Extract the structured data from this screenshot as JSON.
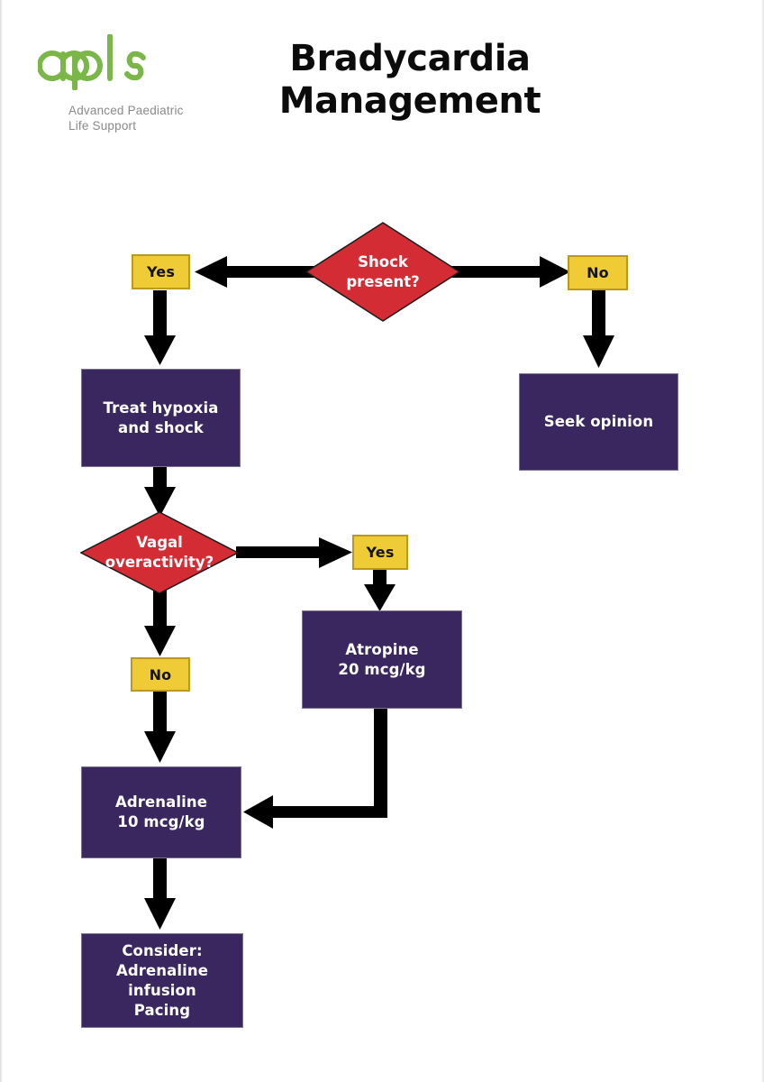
{
  "document": {
    "title": "Bradycardia\nManagement"
  },
  "logo": {
    "wordmark": "apls",
    "tagline": "Advanced Paediatric\nLife Support",
    "mark_color": "#7ab648",
    "tagline_color": "#8a8a8a"
  },
  "palette": {
    "decision_red": "#D42C35",
    "action_purple": "#3B2760",
    "branch_yellow": "#EFCB35",
    "branch_yellow_border": "#B99A1E",
    "arrow_black": "#000000",
    "text_on_dark": "#FFFFFF",
    "text_on_light": "#141414"
  },
  "flowchart": {
    "type": "flowchart",
    "nodes": [
      {
        "id": "shock-present",
        "shape": "diamond",
        "label": "Shock\npresent?",
        "color": "#D42C35"
      },
      {
        "id": "shock-yes",
        "shape": "box",
        "label": "Yes",
        "color": "#EFCB35"
      },
      {
        "id": "shock-no",
        "shape": "box",
        "label": "No",
        "color": "#EFCB35"
      },
      {
        "id": "treat-hypoxia-shock",
        "shape": "box",
        "label": "Treat hypoxia\nand shock",
        "color": "#3B2760"
      },
      {
        "id": "seek-opinion",
        "shape": "box",
        "label": "Seek opinion",
        "color": "#3B2760"
      },
      {
        "id": "vagal-overactivity",
        "shape": "diamond",
        "label": "Vagal\noveractivity?",
        "color": "#D42C35"
      },
      {
        "id": "vagal-yes",
        "shape": "box",
        "label": "Yes",
        "color": "#EFCB35"
      },
      {
        "id": "vagal-no",
        "shape": "box",
        "label": "No",
        "color": "#EFCB35"
      },
      {
        "id": "atropine",
        "shape": "box",
        "label": "Atropine\n20 mcg/kg",
        "color": "#3B2760"
      },
      {
        "id": "adrenaline",
        "shape": "box",
        "label": "Adrenaline\n10 mcg/kg",
        "color": "#3B2760"
      },
      {
        "id": "consider",
        "shape": "box",
        "label": "Consider:\nAdrenaline infusion\nPacing",
        "color": "#3B2760"
      }
    ],
    "edges": [
      {
        "from": "shock-present",
        "to": "shock-yes",
        "direction": "left"
      },
      {
        "from": "shock-present",
        "to": "shock-no",
        "direction": "right"
      },
      {
        "from": "shock-yes",
        "to": "treat-hypoxia-shock",
        "direction": "down"
      },
      {
        "from": "shock-no",
        "to": "seek-opinion",
        "direction": "down"
      },
      {
        "from": "treat-hypoxia-shock",
        "to": "vagal-overactivity",
        "direction": "down"
      },
      {
        "from": "vagal-overactivity",
        "to": "vagal-yes",
        "direction": "right"
      },
      {
        "from": "vagal-overactivity",
        "to": "vagal-no",
        "direction": "down"
      },
      {
        "from": "vagal-yes",
        "to": "atropine",
        "direction": "down"
      },
      {
        "from": "vagal-no",
        "to": "adrenaline",
        "direction": "down"
      },
      {
        "from": "atropine",
        "to": "adrenaline",
        "direction": "elbow-down-left"
      },
      {
        "from": "adrenaline",
        "to": "consider",
        "direction": "down"
      }
    ]
  }
}
